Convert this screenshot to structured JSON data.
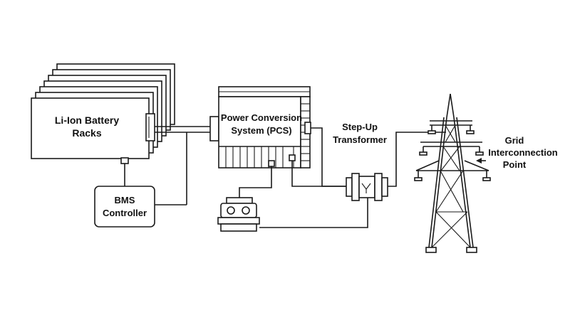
{
  "labels": {
    "battery_line1": "Li-Ion Battery",
    "battery_line2": "Racks",
    "bms_line1": "BMS",
    "bms_line2": "Controller",
    "pcs_line1": "Power Conversion",
    "pcs_line2": "System (PCS)",
    "transformer_line1": "Step-Up",
    "transformer_line2": "Transformer",
    "grid_line1": "Grid",
    "grid_line2": "Interconnection",
    "grid_line3": "Point"
  },
  "colors": {
    "stroke": "#1a1a1a",
    "background": "#ffffff",
    "text": "#111111"
  }
}
